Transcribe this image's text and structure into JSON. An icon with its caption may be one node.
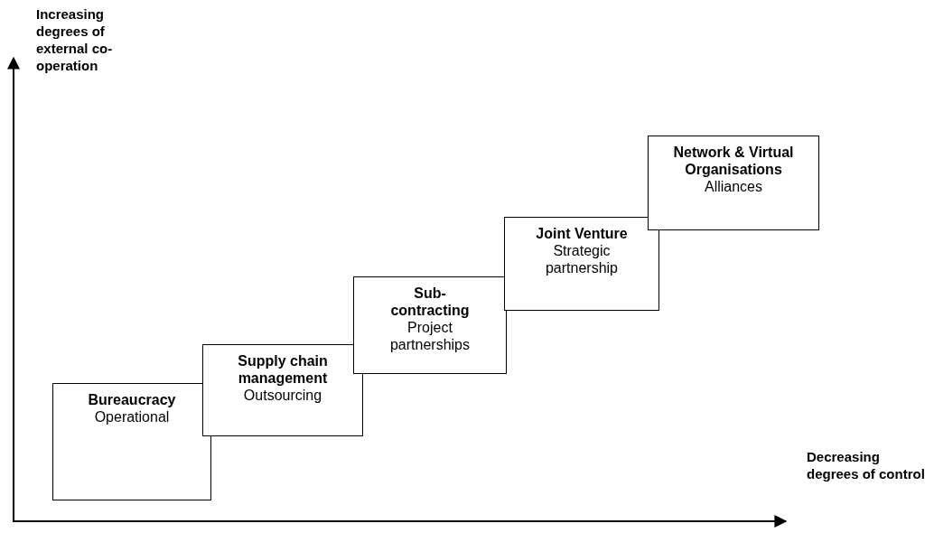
{
  "diagram": {
    "nodes": [
      {
        "text": [
          "Bureaucracy",
          "Operational"
        ]
      },
      {
        "text": [
          "Supply chain management",
          "Outsourcing"
        ]
      },
      {
        "text": [
          "Sub-contracting",
          "Project partnerships"
        ]
      },
      {
        "text": [
          "Joint Venture",
          "Strategic partnership"
        ]
      },
      {
        "text": [
          "Network & Virtual Organisations",
          "Alliances"
        ]
      }
    ],
    "labels": [
      "Increasing degrees of external co-operation",
      "Decreasing degrees of control"
    ]
  }
}
